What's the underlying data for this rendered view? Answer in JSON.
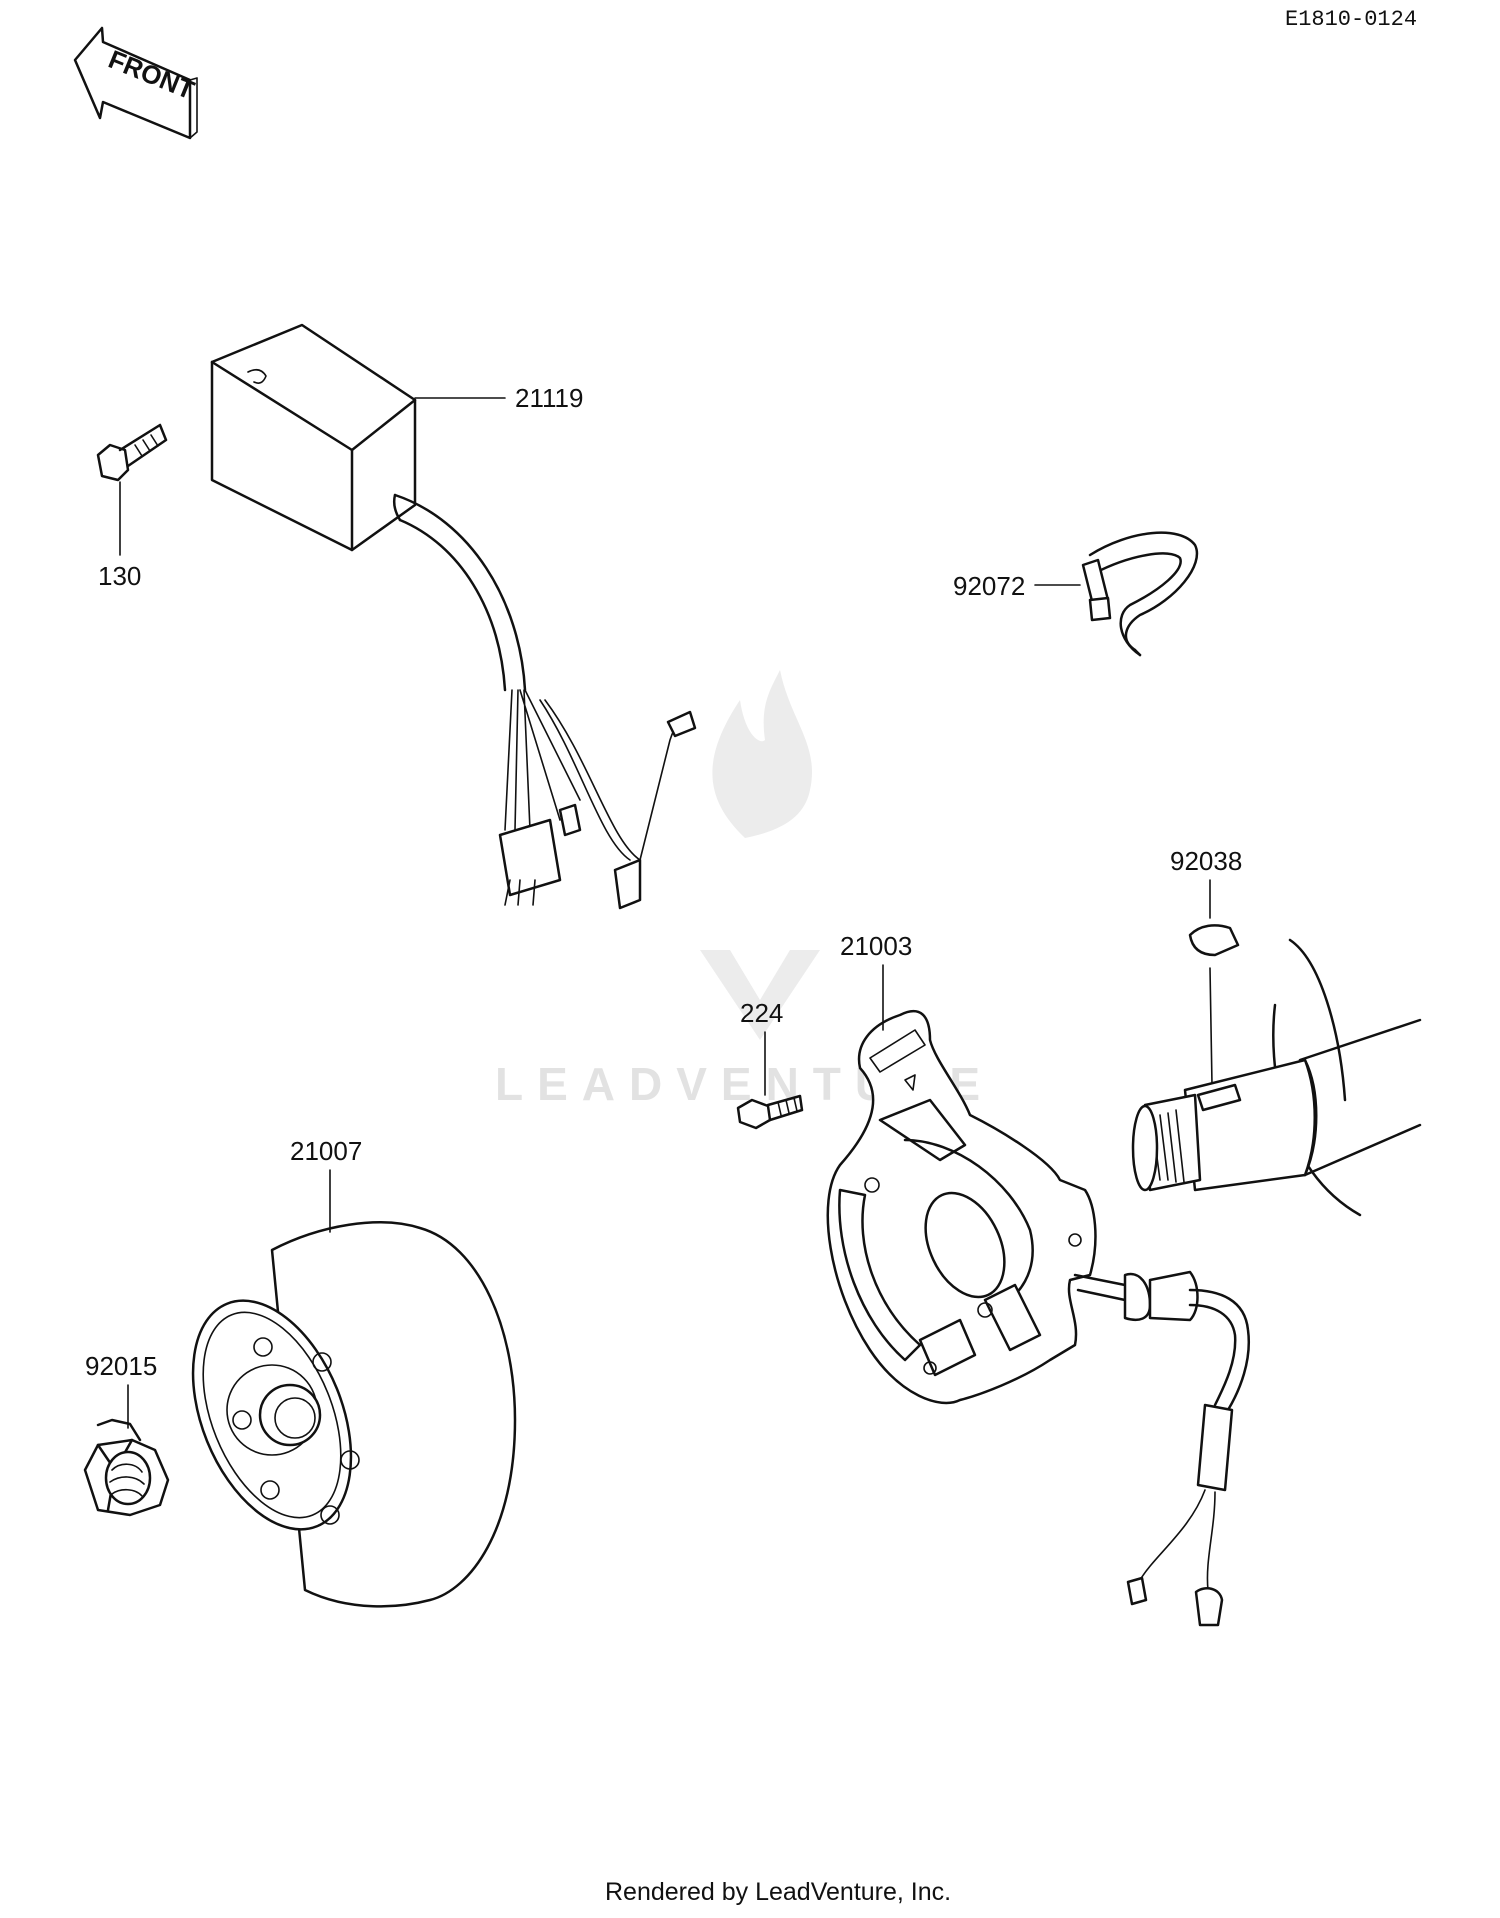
{
  "diagram_code": "E1810-0124",
  "front_arrow": {
    "text": "FRONT"
  },
  "watermark": {
    "text": "LEADVENTURE"
  },
  "footer": {
    "text": "Rendered by LeadVenture, Inc."
  },
  "parts": [
    {
      "id": "p21119",
      "number": "21119"
    },
    {
      "id": "p130",
      "number": "130"
    },
    {
      "id": "p92072",
      "number": "92072"
    },
    {
      "id": "p92038",
      "number": "92038"
    },
    {
      "id": "p21003",
      "number": "21003"
    },
    {
      "id": "p224",
      "number": "224"
    },
    {
      "id": "p21007",
      "number": "21007"
    },
    {
      "id": "p92015",
      "number": "92015"
    }
  ]
}
